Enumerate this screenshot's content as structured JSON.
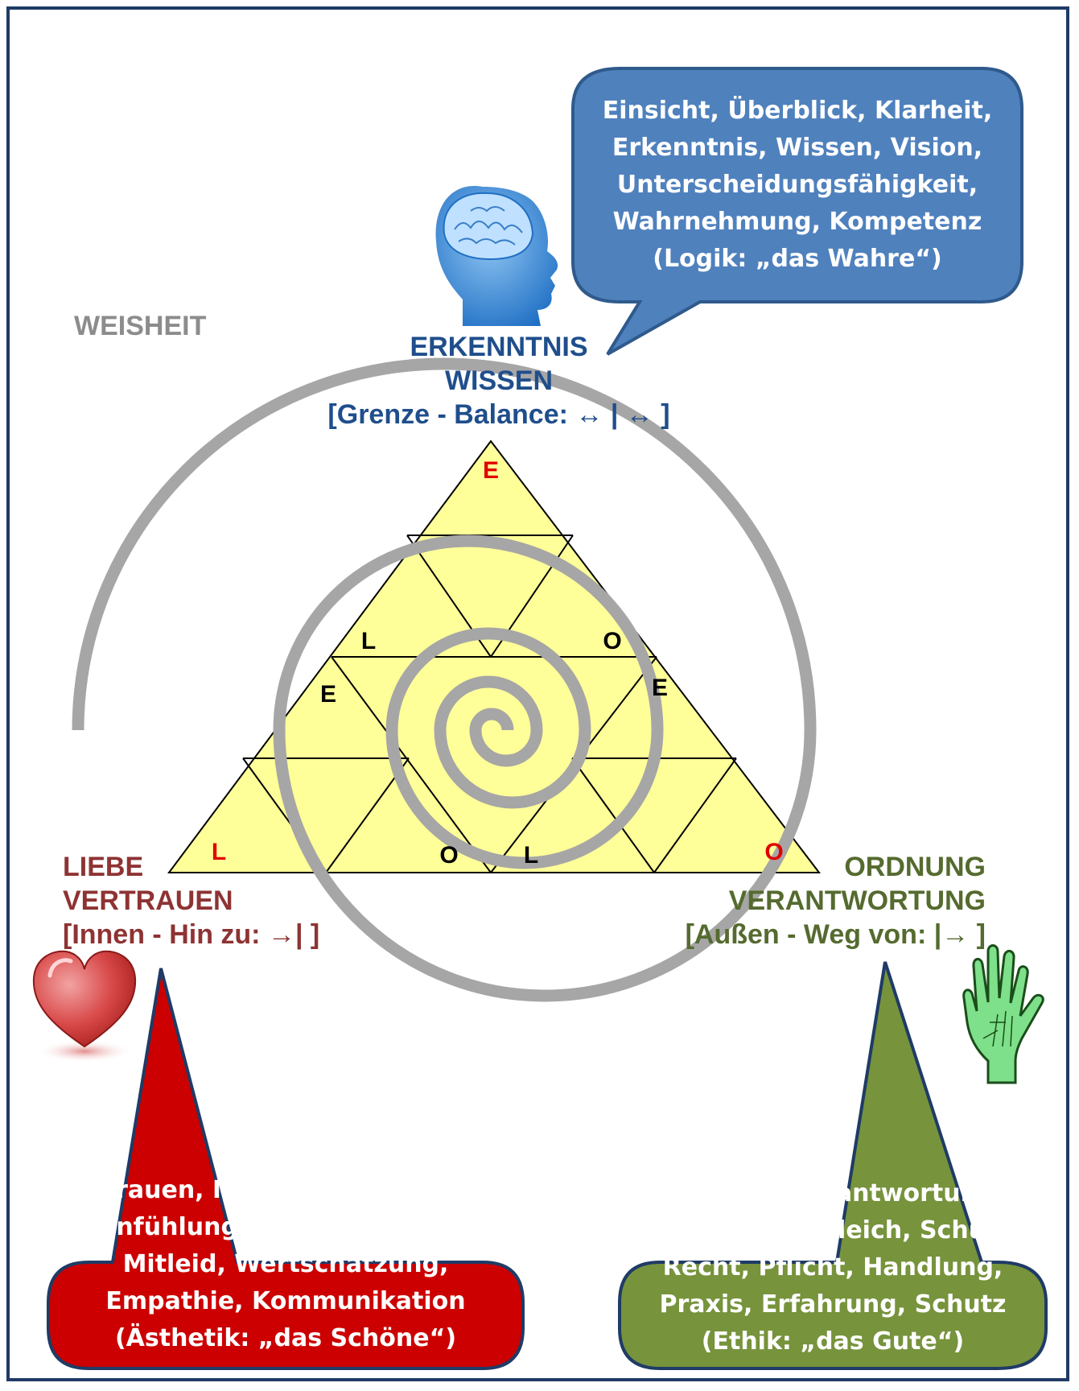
{
  "colors": {
    "frame": "#1f3b66",
    "blue_bubble": "#4f81bd",
    "red_bubble": "#cc0000",
    "green_bubble": "#77933c",
    "triangle_fill": "#ffff99",
    "spiral": "#a6a6a6",
    "red_letter": "#e00000"
  },
  "weisheit": "WEISHEIT",
  "top_label": {
    "line1": "ERKENNTNIS",
    "line2": "WISSEN",
    "line3": "[Grenze - Balance: ↔ | ↔ ]"
  },
  "left_label": {
    "line1": "LIEBE",
    "line2": "VERTRAUEN",
    "line3": "[Innen - Hin zu: →|  ]"
  },
  "right_label": {
    "line1": "ORDNUNG",
    "line2": "VERANTWORTUNG",
    "line3": "[Außen - Weg von: |→ ]"
  },
  "bubbles": {
    "blue": [
      "Einsicht, Überblick, Klarheit,",
      "Erkenntnis, Wissen, Vision,",
      "Unterscheidungsfähigkeit,",
      "Wahrnehmung, Kompetenz",
      "(Logik: „das Wahre“)"
    ],
    "red": [
      "Vertrauen, Mitgefühl, Sehnsucht,",
      "Einfühlung, Erbarmen, Güte,",
      "Mitleid, Wertschätzung,",
      "Empathie, Kommunikation",
      "(Ästhetik: „das Schöne“)"
    ],
    "green": [
      "Struktur, Verantwortung,",
      "Tatkraft, Ausgleich, Schutz,",
      "Recht, Pflicht, Handlung,",
      "Praxis, Erfahrung, Schutz",
      "(Ethik: „das Gute“)"
    ]
  },
  "triangle_letters": {
    "apex_e": "E",
    "mid_l": "L",
    "mid_o": "O",
    "left_e": "E",
    "right_e": "E",
    "corner_l": "L",
    "bottom_o": "O",
    "bottom_l": "L",
    "corner_o": "O"
  },
  "icons": {
    "top": "head-brain-icon",
    "left": "heart-icon",
    "right": "green-hand-icon"
  }
}
